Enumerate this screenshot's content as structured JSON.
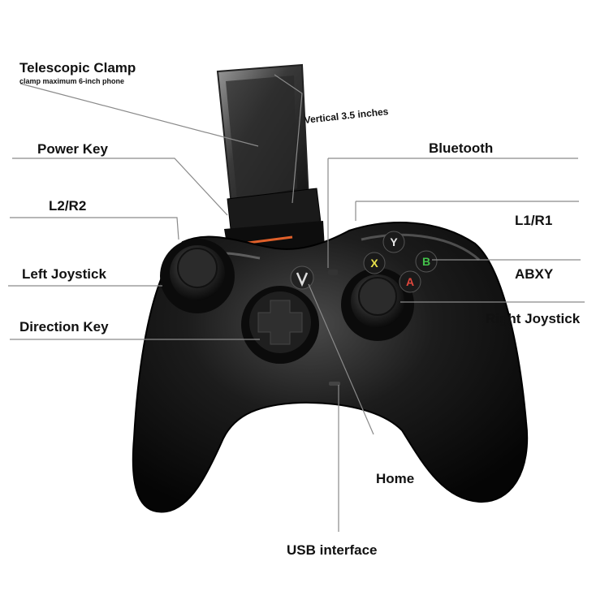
{
  "colors": {
    "controller_body": "#151515",
    "highlight": "#6a6a6a",
    "line": "#8a8a8a",
    "button_y": "#e8e8e8",
    "button_x": "#e8e14a",
    "button_b": "#43c24a",
    "button_a": "#e0463c",
    "accent_orange": "#e0602a"
  },
  "buttons": {
    "y": "Y",
    "x": "X",
    "b": "B",
    "a": "A"
  },
  "labels": {
    "telescopic_clamp": "Telescopic Clamp",
    "clamp_note": "clamp maximum 6-inch phone",
    "vertical": "Vertical 3.5 inches",
    "power_key": "Power Key",
    "bluetooth": "Bluetooth",
    "l2r2": "L2/R2",
    "l1r1": "L1/R1",
    "left_joystick": "Left Joystick",
    "abxy": "ABXY",
    "direction_key": "Direction Key",
    "right_joystick": "Right Joystick",
    "home": "Home",
    "usb_interface": "USB interface"
  }
}
